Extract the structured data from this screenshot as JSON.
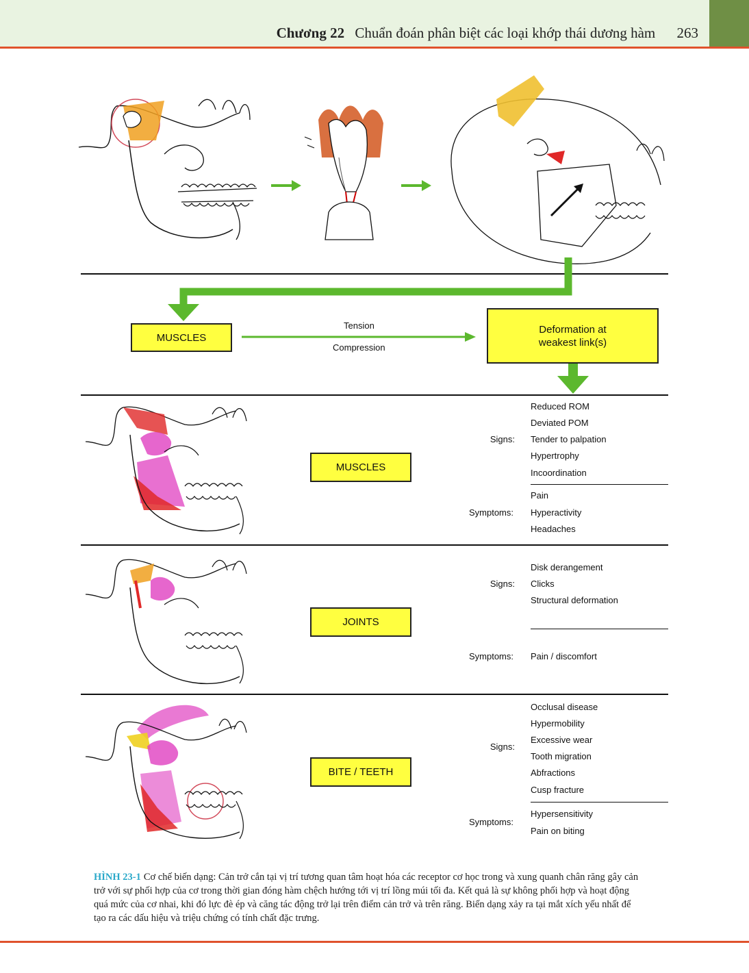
{
  "header": {
    "chapter": "Chương 22",
    "title": "Chuẩn đoán phân biệt các loại khớp thái dương hàm",
    "page": "263"
  },
  "flow": {
    "muscles_label": "MUSCLES",
    "tension": "Tension",
    "compression": "Compression",
    "deformation_label": "Deformation at weakest link(s)"
  },
  "rows": [
    {
      "box_label": "MUSCLES",
      "signs_label": "Signs:",
      "signs": [
        "Reduced ROM",
        "Deviated POM",
        "Tender to palpation",
        "Hypertrophy",
        "Incoordination"
      ],
      "symptoms_label": "Symptoms:",
      "symptoms": [
        "Pain",
        "Hyperactivity",
        "Headaches"
      ]
    },
    {
      "box_label": "JOINTS",
      "signs_label": "Signs:",
      "signs": [
        "Disk derangement",
        "Clicks",
        "Structural deformation"
      ],
      "symptoms_label": "Symptoms:",
      "symptoms": [
        "Pain / discomfort"
      ]
    },
    {
      "box_label": "BITE / TEETH",
      "signs_label": "Signs:",
      "signs": [
        "Occlusal disease",
        "Hypermobility",
        "Excessive wear",
        "Tooth migration",
        "Abfractions",
        "Cusp fracture"
      ],
      "symptoms_label": "Symptoms:",
      "symptoms": [
        "Hypersensitivity",
        "Pain on biting"
      ]
    }
  ],
  "caption": {
    "figure_label": "HÌNH 23-1",
    "text": "Cơ chế biến dạng: Cản trở cắn tại vị trí tương quan tâm hoạt hóa các receptor cơ học trong và xung quanh chân răng gây cản trở với sự phối hợp của cơ trong thời gian đóng hàm chệch hướng tới vị trí lồng múi tối đa. Kết quả là sự không phối hợp và hoạt động quá mức của cơ nhai, khi đó lực đè ép và căng tác động trở lại trên điểm cản trở và trên răng. Biến dạng xảy ra tại mắt xích yếu nhất để tạo ra các dấu hiệu và triệu chứng có tính chất đặc trưng."
  },
  "colors": {
    "header_band": "#e9f3e1",
    "header_tab": "#6f8f45",
    "accent_rule": "#e0522c",
    "box_fill": "#ffff40",
    "arrow_green": "#5cb82e",
    "figure_label": "#2aa8c9",
    "muscle_pink": "#e040c0",
    "muscle_red": "#e02828",
    "bone_orange": "#f0a020"
  }
}
